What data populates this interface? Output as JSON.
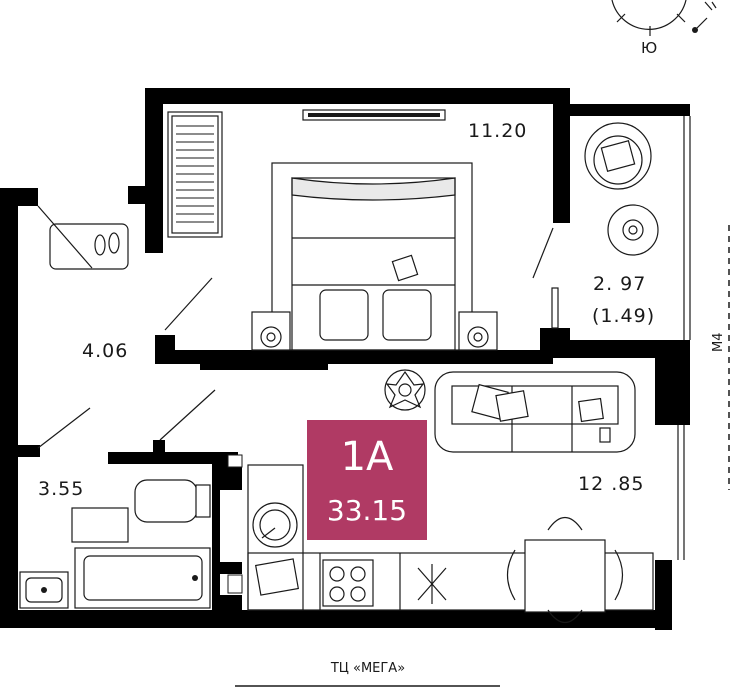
{
  "apartment": {
    "type_label": "1A",
    "total_area": "33.15",
    "badge_color": "#b03a64"
  },
  "rooms": {
    "bedroom_area": "11.20",
    "balcony_area": "2. 97",
    "balcony_reduced_area": "(1.49)",
    "hallway_area": "4.06",
    "bathroom_area": "3.55",
    "living_kitchen_area": "12 .85"
  },
  "surroundings": {
    "south_label": "Ю",
    "road_label": "М4",
    "mall_label": "ТЦ «МЕГА»"
  },
  "icons": {
    "compass": "compass-icon",
    "plant": "plant-icon",
    "stove": "stove-icon",
    "sink": "sink-icon"
  }
}
